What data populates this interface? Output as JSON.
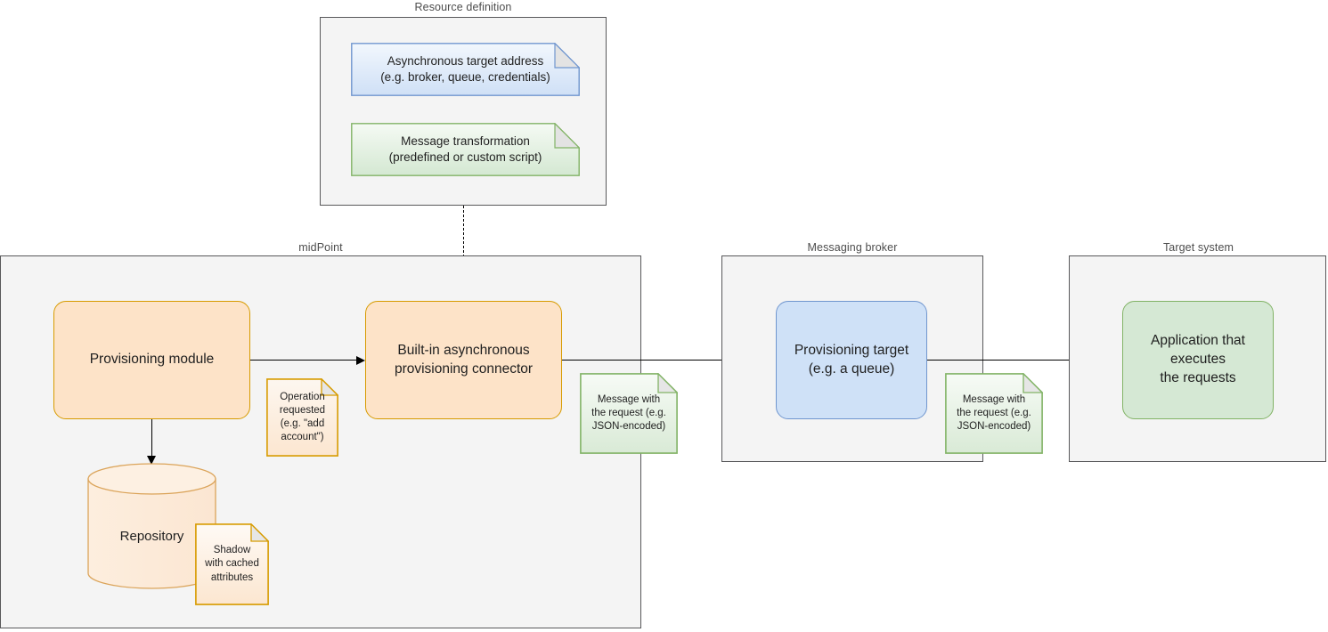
{
  "diagram": {
    "title_not_shown": "",
    "colors": {
      "orange_fill": "#fde3c8",
      "orange_stroke": "#d79b00",
      "blue_fill": "#cfe1f7",
      "blue_stroke": "#7096cf",
      "green_fill": "#d5e8d4",
      "green_stroke": "#82b366",
      "container_fill": "#f4f4f4",
      "container_stroke": "#58585a",
      "note_orange_fill": "#fdebd9",
      "note_blue_fill": "#dbe8fa",
      "note_green_fill": "#dfeedc",
      "arrow": "#000000",
      "page_background": "#ffffff"
    }
  },
  "containers": {
    "resource_definition": {
      "label": "Resource definition"
    },
    "midpoint": {
      "label": "midPoint"
    },
    "messaging_broker": {
      "label": "Messaging broker"
    },
    "target_system": {
      "label": "Target system"
    }
  },
  "notes": {
    "async_target_address": {
      "line1": "Asynchronous target address",
      "line2": "(e.g. broker, queue, credentials)"
    },
    "message_transformation": {
      "line1": "Message transformation",
      "line2": "(predefined or custom script)"
    },
    "operation_requested": {
      "line1": "Operation",
      "line2": "requested",
      "line3": "(e.g. \"add",
      "line4": "account\")"
    },
    "shadow_cached": {
      "line1": "Shadow",
      "line2": "with cached",
      "line3": "attributes"
    },
    "message_request_1": {
      "line1": "Message with",
      "line2": "the request (e.g.",
      "line3": "JSON-encoded)"
    },
    "message_request_2": {
      "line1": "Message with",
      "line2": "the request (e.g.",
      "line3": "JSON-encoded)"
    }
  },
  "nodes": {
    "provisioning_module": {
      "label": "Provisioning module"
    },
    "async_connector": {
      "line1": "Built-in asynchronous",
      "line2": "provisioning connector"
    },
    "provisioning_target": {
      "line1": "Provisioning target",
      "line2": "(e.g. a queue)"
    },
    "application": {
      "line1": "Application that",
      "line2": "executes",
      "line3": "the requests"
    },
    "repository": {
      "label": "Repository"
    }
  }
}
